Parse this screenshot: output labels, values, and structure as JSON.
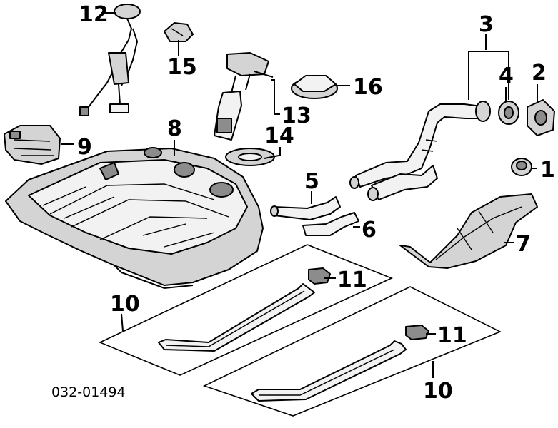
{
  "diagram_code": "032-01494",
  "callouts": {
    "c1": "1",
    "c2": "2",
    "c3": "3",
    "c4": "4",
    "c5": "5",
    "c6": "6",
    "c7": "7",
    "c8": "8",
    "c9": "9",
    "c10a": "10",
    "c10b": "10",
    "c11a": "11",
    "c11b": "11",
    "c12": "12",
    "c13": "13",
    "c14": "14",
    "c15": "15",
    "c16": "16"
  }
}
